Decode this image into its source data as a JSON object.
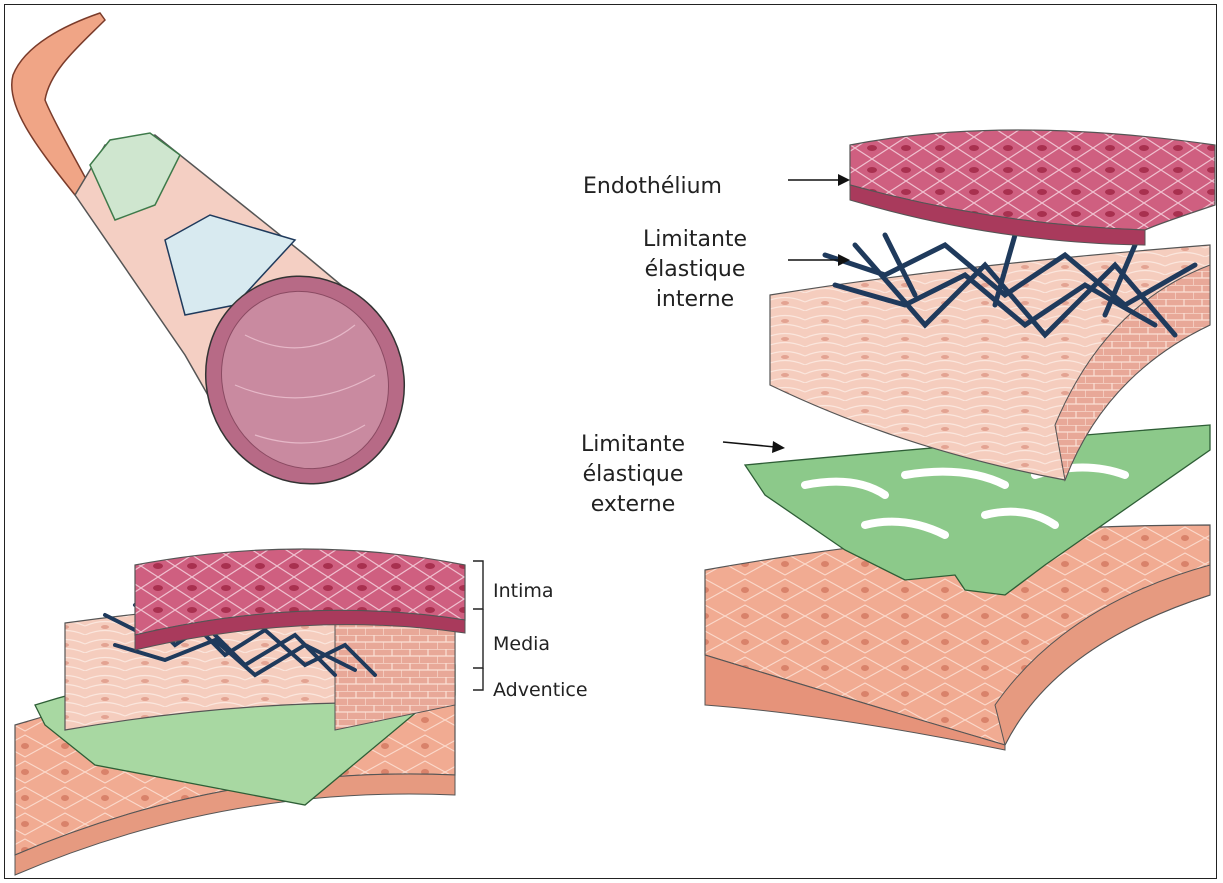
{
  "labels": {
    "endothelium": "Endothélium",
    "internal_lamina": [
      "Limitante",
      "élastique",
      "interne"
    ],
    "external_lamina": [
      "Limitante",
      "élastique",
      "externe"
    ],
    "intima": "Intima",
    "media": "Media",
    "adventice": "Adventice"
  },
  "colors": {
    "intima": "#c9577a",
    "media": "#f3c7b8",
    "adventice": "#f0a98e",
    "internal_lamina": "#1f3a5c",
    "external_lamina": "#8cc98a"
  }
}
